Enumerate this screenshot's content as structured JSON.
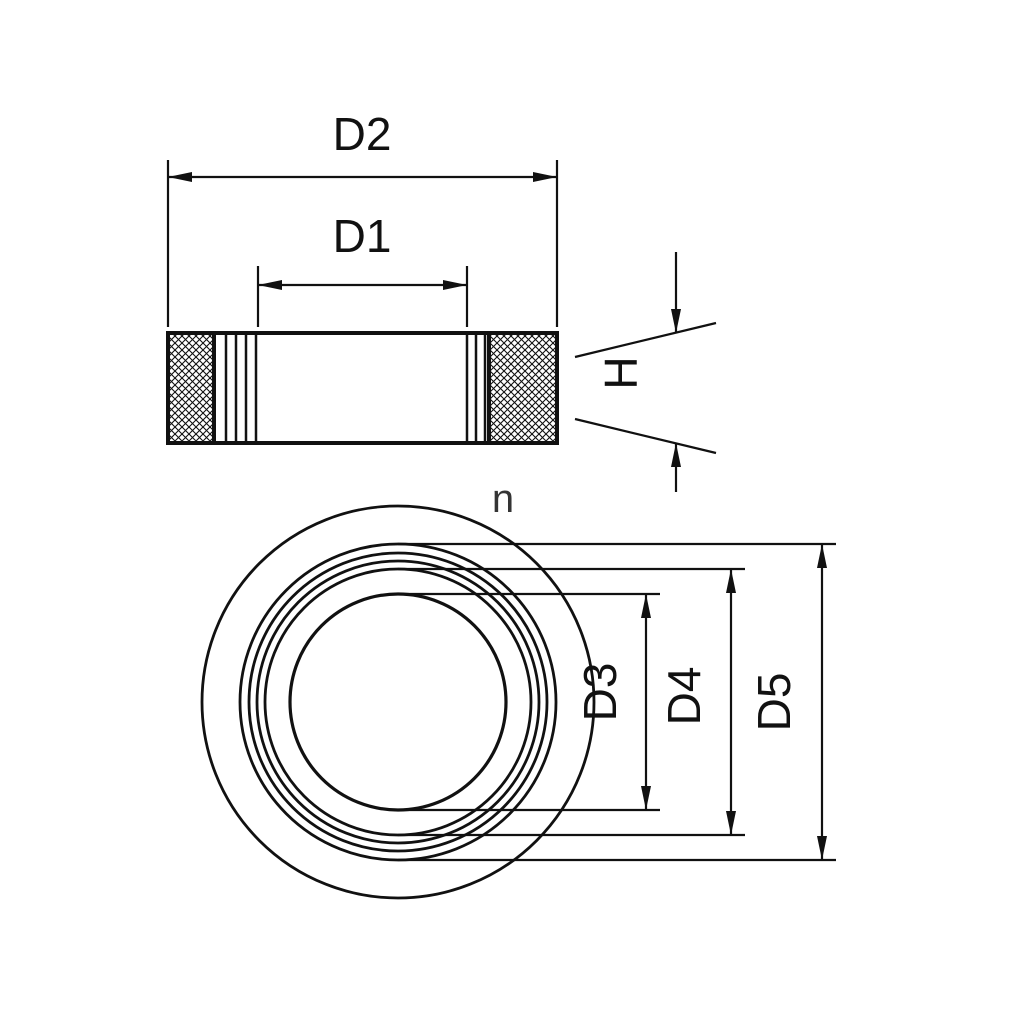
{
  "diagram": {
    "title": "Technical drawing: knurled locknut ring — side section view and plan view with diameter and height dimensions",
    "labels": {
      "d2": "D2",
      "d1": "D1",
      "h": "H",
      "d3": "D3",
      "d4": "D4",
      "d5": "D5"
    },
    "watermark": {
      "text": "n",
      "color": "#f2a33c"
    },
    "colors": {
      "line": "#111111",
      "background": "#ffffff"
    }
  }
}
